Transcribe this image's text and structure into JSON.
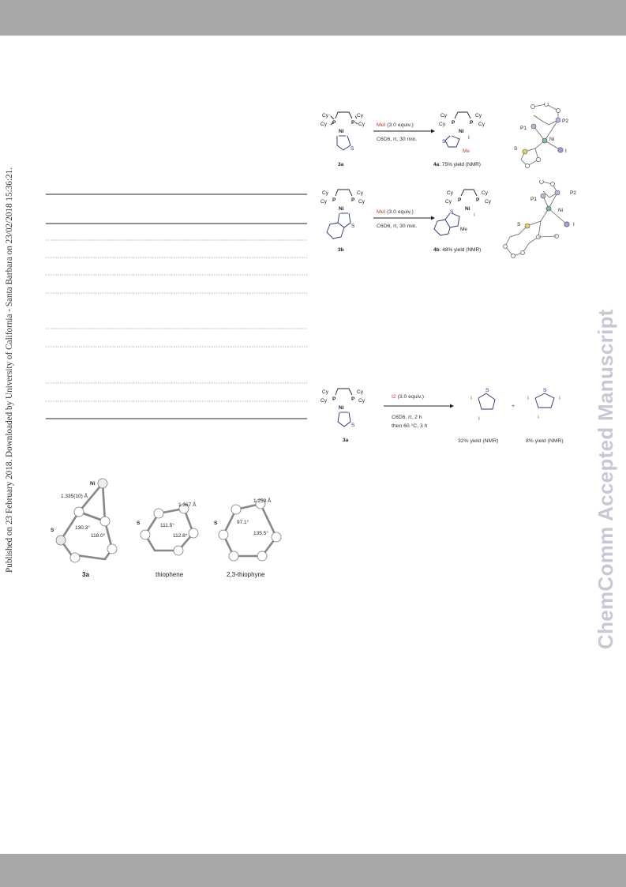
{
  "side_note": "Published on 23 February 2018. Downloaded by University of California - Santa Barbara on 23/02/2018 15:36:21.",
  "watermark": "ChemComm Accepted Manuscript",
  "scheme1": {
    "row_a": {
      "ligand_cy": "Cy",
      "p_label": "P",
      "ni_label": "Ni",
      "s_label": "S",
      "reactant_label": "3a",
      "reagent_red": "MeI",
      "reagent_rest": "(3.0 equiv.)",
      "conditions": "C6D6, rt, 30 min.",
      "product_me": "Me",
      "product_i": "I",
      "product_id": "4a",
      "product_yield": ": 75% yield (NMR)",
      "xray_p1": "P1",
      "xray_p2": "P2",
      "xray_ni": "Ni",
      "xray_s": "S",
      "xray_i": "I"
    },
    "row_b": {
      "reactant_label": "3b",
      "reagent_red": "MeI",
      "reagent_rest": "(3.0 equiv.)",
      "conditions": "C6D6, rt, 30 min.",
      "product_me": "Me",
      "product_i": "I",
      "product_id": "4b",
      "product_yield": ": 48% yield (NMR)",
      "xray_p1": "P1",
      "xray_p2": "P2",
      "xray_ni": "Ni",
      "xray_s": "S",
      "xray_i": "I"
    }
  },
  "scheme2": {
    "reactant_label": "3a",
    "reagent_red": "I2",
    "reagent_rest": "(3.0 equiv.)",
    "conditions_1": "C6D6, rt, 2 h",
    "conditions_2": "then 60 °C, 3 h",
    "plus": "+",
    "product1_yield": "32% yield (NMR)",
    "product2_yield": "8% yield (NMR)",
    "i_label": "I",
    "s_label": "S"
  },
  "figure": {
    "panels": [
      {
        "caption": "3a",
        "bond": "1.335(10) Å",
        "angle1": "130.3°",
        "angle2": "118.0°",
        "ni": "Ni",
        "s": "S"
      },
      {
        "caption": "thiophene",
        "bond": "1.367 Å",
        "angle1": "111.5°",
        "angle2": "112.8°",
        "s": "S"
      },
      {
        "caption": "2,3-thiophyne",
        "bond": "1.259 Å",
        "angle1": "97.1°",
        "angle2": "135.5°",
        "s": "S"
      }
    ]
  }
}
